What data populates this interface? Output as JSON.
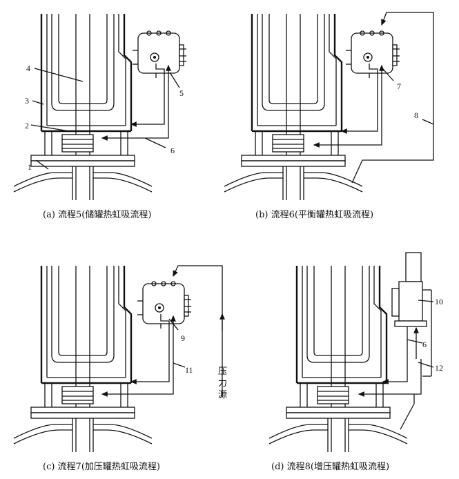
{
  "captions": {
    "a": "(a) 流程5(储罐热虹吸流程)",
    "b": "(b) 流程6(平衡罐热虹吸流程)",
    "c": "(c) 流程7(加压罐热虹吸流程)",
    "d": "(d) 流程8(增压罐热虹吸流程)"
  },
  "labels": {
    "a": [
      "1",
      "2",
      "3",
      "4",
      "5",
      "6"
    ],
    "b": [
      "7",
      "8"
    ],
    "c": [
      "9",
      "11"
    ],
    "d": [
      "10",
      "6",
      "12"
    ]
  },
  "pressure_source": [
    "压",
    "力",
    "源"
  ]
}
